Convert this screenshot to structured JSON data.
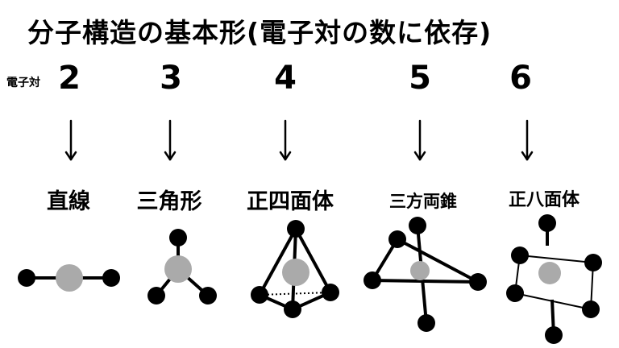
{
  "title": "分子構造の基本形(電子対の数に依存)",
  "pair_label": "電子対",
  "columns": [
    {
      "count": "2",
      "name": "直線"
    },
    {
      "count": "3",
      "name": "三角形"
    },
    {
      "count": "4",
      "name": "正四面体"
    },
    {
      "count": "5",
      "name": "三方両錐"
    },
    {
      "count": "6",
      "name": "正八面体"
    }
  ],
  "colors": {
    "central_atom": "#aaaaaa",
    "outer_atom": "#000000",
    "bond": "#000000",
    "background": "#ffffff"
  }
}
